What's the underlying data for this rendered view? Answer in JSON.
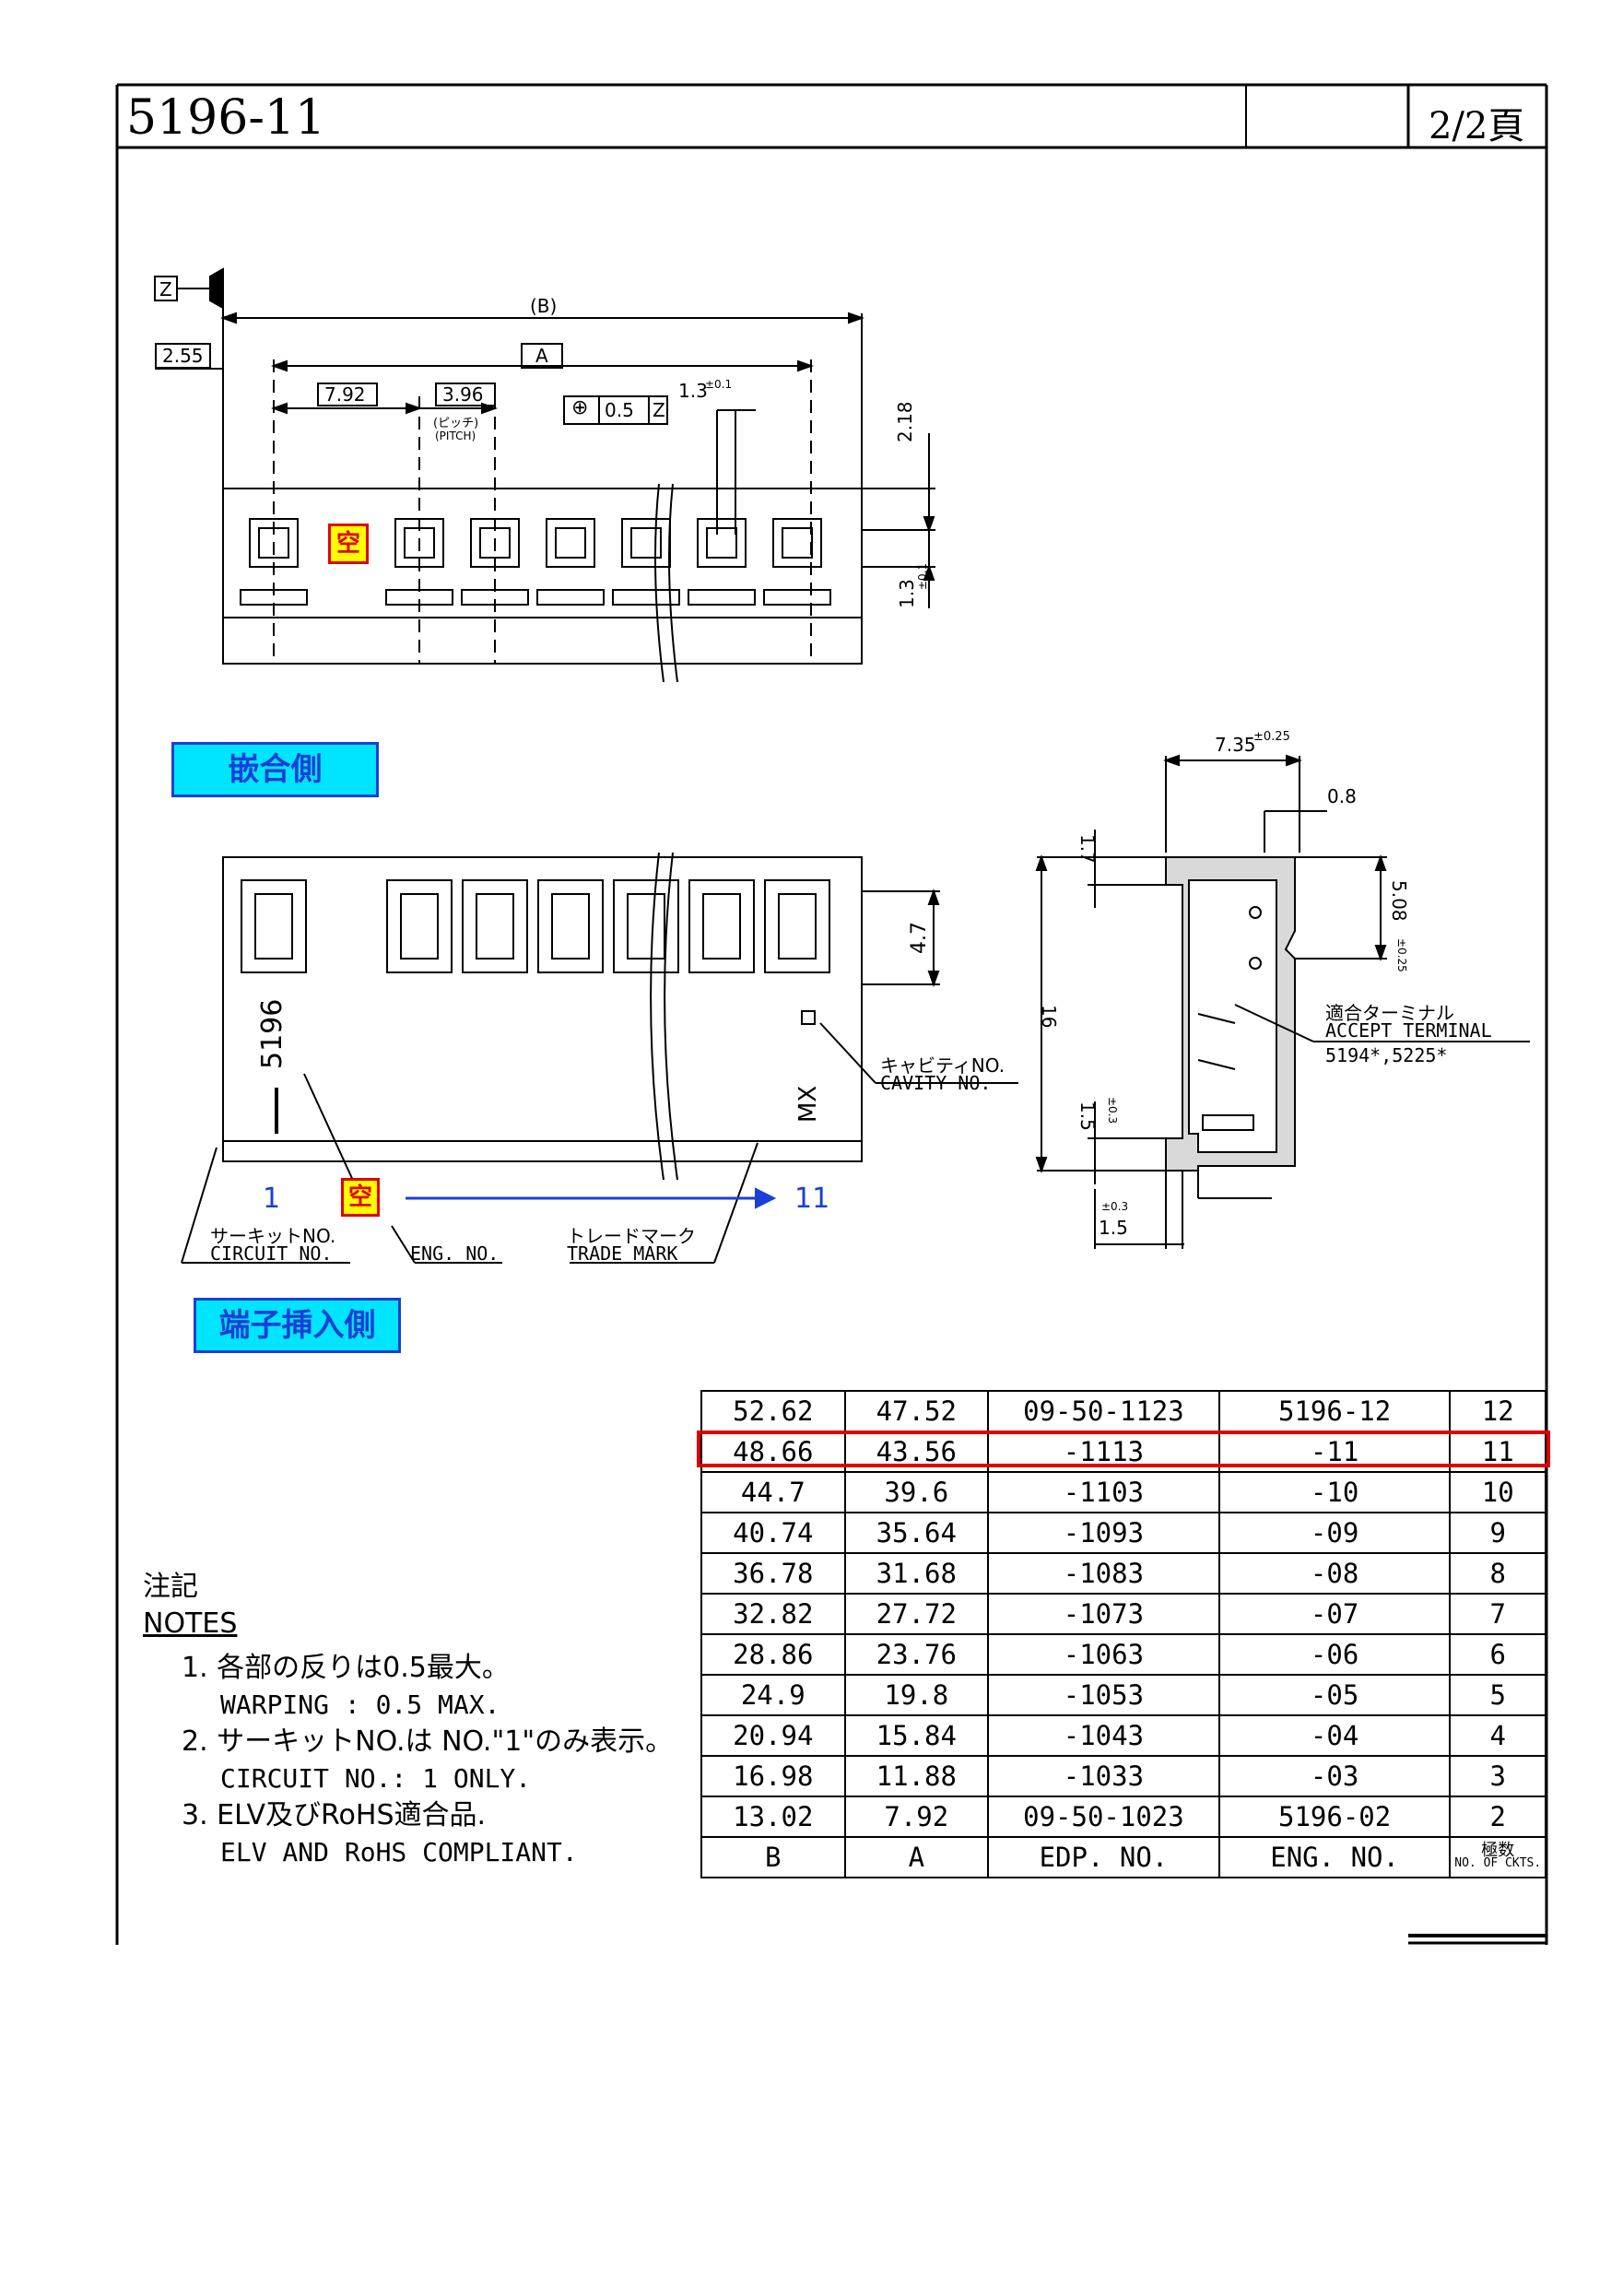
{
  "title": {
    "part_no": "5196-11",
    "page": "2/2頁"
  },
  "top_view": {
    "datum": "Z",
    "dim_b": "(B)",
    "dim_a": "A",
    "dim_offset": "2.55",
    "dim_pitch_first": "7.92",
    "dim_pitch": "3.96",
    "pitch_jp": "(ピッチ)",
    "pitch_en": "(PITCH)",
    "tolerance_symbol": "⊕",
    "tolerance_value": "0.5",
    "tolerance_datum": "Z",
    "dim_hole": "1.3",
    "dim_hole_tol": "±0.1",
    "dim_height": "2.18",
    "dim_slot": "1.3",
    "dim_slot_tol": "±0.1",
    "blank_marker": "空"
  },
  "mating_side_label": "嵌合側",
  "front_view": {
    "dim_height": "4.7",
    "part_mark": "5196",
    "circuit_one_mark": "1",
    "mx_mark": "MX",
    "cavity_jp": "キャビティNO.",
    "cavity_en": "CAVITY NO.",
    "circuit_start": "1",
    "circuit_end": "11",
    "blank_marker": "空",
    "circuit_no_jp": "サーキットNO.",
    "circuit_no_en": "CIRCUIT NO.",
    "eng_no_en": "ENG. NO.",
    "trademark_jp": "トレードマーク",
    "trademark_en": "TRADE MARK"
  },
  "terminal_side_label": "端子挿入側",
  "side_view": {
    "dim_width": "7.35",
    "dim_width_tol": "±0.25",
    "dim_top": "0.8",
    "dim_upper": "1.7",
    "dim_pitch": "5.08",
    "dim_pitch_tol": "±0.25",
    "dim_total": "16",
    "dim_lower": "1.5",
    "dim_lower_tol": "±0.3",
    "dim_bottom": "1.5",
    "dim_bottom_tol": "±0.3",
    "terminal_jp": "適合ターミナル",
    "terminal_en": "ACCEPT TERMINAL",
    "terminal_parts": "5194*,5225*"
  },
  "notes": {
    "title_jp": "注記",
    "title_en": "NOTES",
    "items": [
      {
        "jp": "1. 各部の反りは0.5最大。",
        "en": "WARPING : 0.5 MAX."
      },
      {
        "jp": "2. サーキットNO.は NO.\"1\"のみ表示。",
        "en": "CIRCUIT NO.: 1 ONLY."
      },
      {
        "jp": "3. ELV及びRoHS適合品.",
        "en": "ELV AND RoHS COMPLIANT."
      }
    ]
  },
  "table": {
    "rows": [
      [
        "52.62",
        "47.52",
        "09-50-1123",
        "5196-12",
        "12"
      ],
      [
        "48.66",
        "43.56",
        "-1113",
        "-11",
        "11"
      ],
      [
        "44.7",
        "39.6",
        "-1103",
        "-10",
        "10"
      ],
      [
        "40.74",
        "35.64",
        "-1093",
        "-09",
        "9"
      ],
      [
        "36.78",
        "31.68",
        "-1083",
        "-08",
        "8"
      ],
      [
        "32.82",
        "27.72",
        "-1073",
        "-07",
        "7"
      ],
      [
        "28.86",
        "23.76",
        "-1063",
        "-06",
        "6"
      ],
      [
        "24.9",
        "19.8",
        "-1053",
        "-05",
        "5"
      ],
      [
        "20.94",
        "15.84",
        "-1043",
        "-04",
        "4"
      ],
      [
        "16.98",
        "11.88",
        "-1033",
        "-03",
        "3"
      ],
      [
        "13.02",
        "7.92",
        "09-50-1023",
        "5196-02",
        "2"
      ]
    ],
    "header": {
      "b": "B",
      "a": "A",
      "edp": "EDP. NO.",
      "eng": "ENG. NO.",
      "ckts_jp": "極数",
      "ckts_en": "NO. OF CKTS."
    },
    "highlight_color": "#e00000"
  },
  "colors": {
    "accent_blue": "#1a3fd8",
    "label_fill": "#00e5ff",
    "marker_fill": "#ffff00",
    "marker_red": "#e00000"
  }
}
